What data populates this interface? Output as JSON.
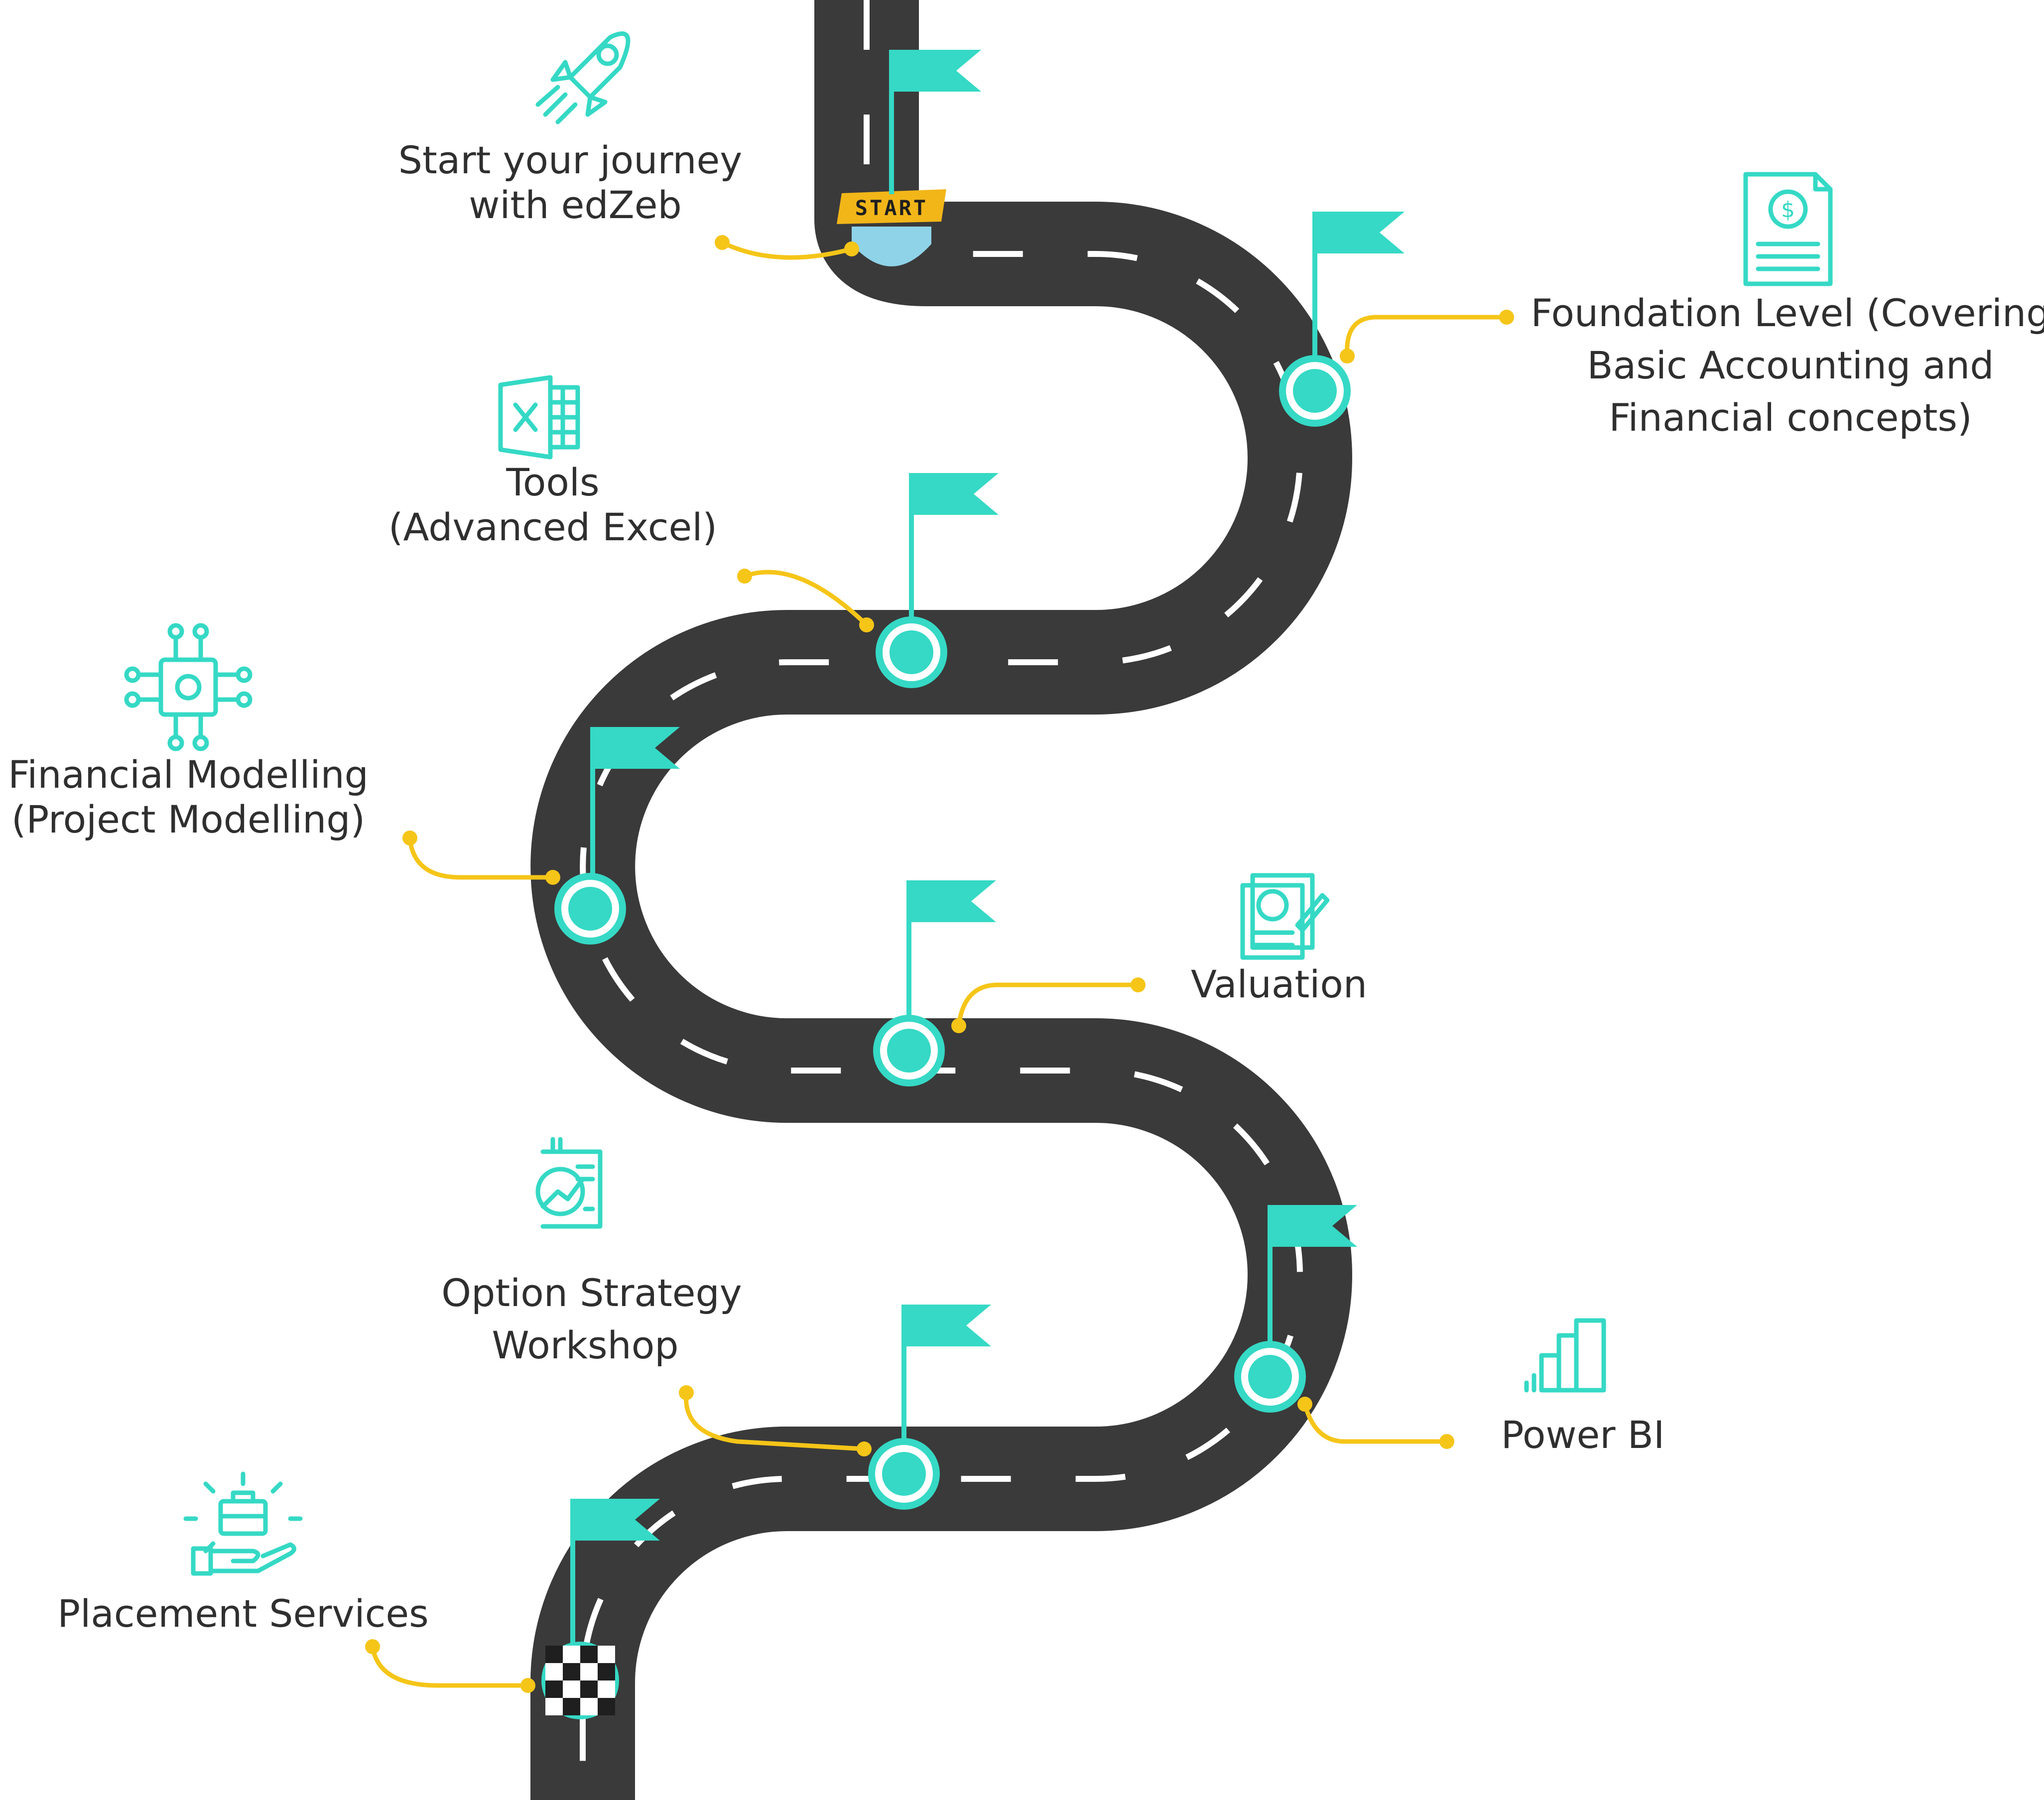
{
  "colors": {
    "road": "#3a3a3a",
    "lane": "#ffffff",
    "accent": "#35d9c5",
    "connector": "#f5c518",
    "text": "#2f2f2f",
    "start_sign": "#f2b619"
  },
  "start_sign": "START",
  "steps": [
    {
      "id": "start",
      "lines": [
        "Start your journey",
        "with edZeb"
      ],
      "icon": "rocket-icon"
    },
    {
      "id": "foundation",
      "lines": [
        "Foundation Level (Covering",
        "Basic Accounting and",
        "Financial concepts)"
      ],
      "icon": "accounting-document-icon"
    },
    {
      "id": "tools",
      "lines": [
        "Tools",
        "(Advanced Excel)"
      ],
      "icon": "excel-icon"
    },
    {
      "id": "modelling",
      "lines": [
        "Financial Modelling",
        "(Project Modelling)"
      ],
      "icon": "gear-chip-icon"
    },
    {
      "id": "valuation",
      "lines": [
        "Valuation"
      ],
      "icon": "valuation-document-icon"
    },
    {
      "id": "options",
      "lines": [
        "Option Strategy",
        "Workshop"
      ],
      "icon": "strategy-chart-icon"
    },
    {
      "id": "powerbi",
      "lines": [
        "Power BI"
      ],
      "icon": "power-bi-icon"
    },
    {
      "id": "placement",
      "lines": [
        "Placement Services"
      ],
      "icon": "briefcase-hand-icon"
    }
  ]
}
